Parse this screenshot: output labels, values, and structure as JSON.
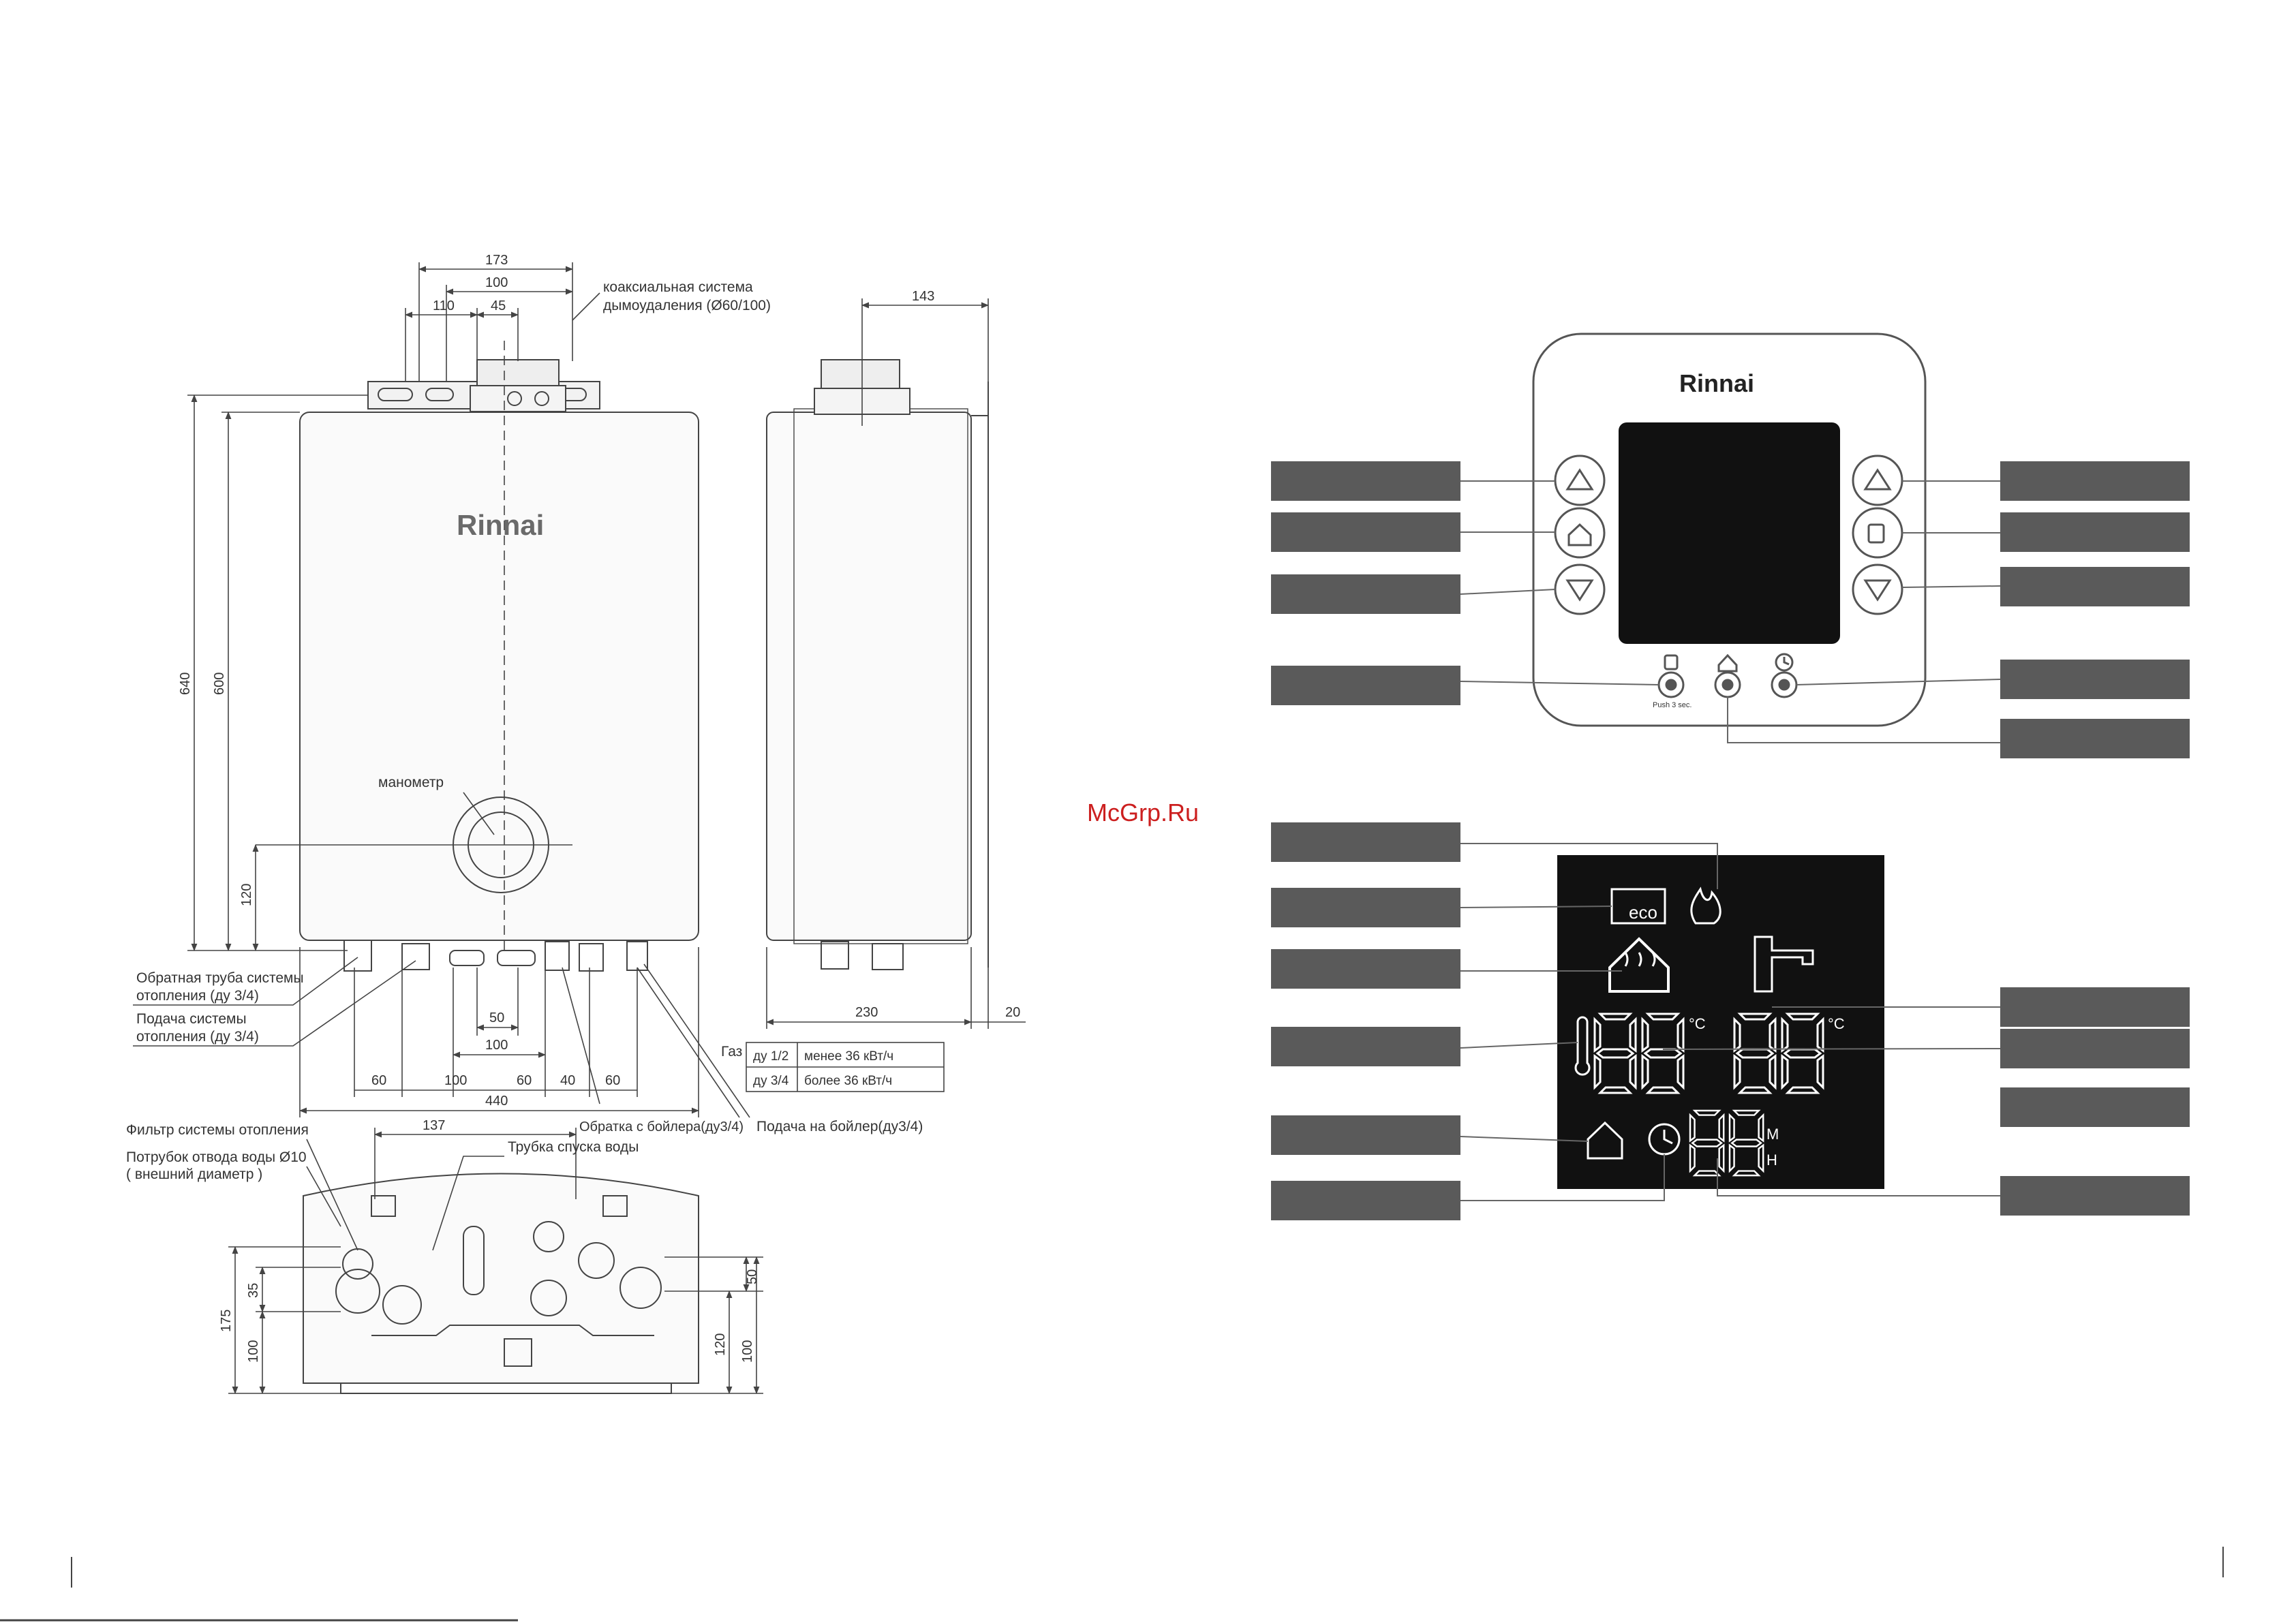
{
  "brand": "Rinnai",
  "watermark": "McGrp.Ru",
  "front_view": {
    "dims": {
      "d173": "173",
      "d100_top": "100",
      "d110": "110",
      "d45": "45",
      "d640": "640",
      "d600": "600",
      "d120_left": "120",
      "d50": "50",
      "d100_mid": "100",
      "d60_a": "60",
      "d100_b": "100",
      "d60_c": "60",
      "d40": "40",
      "d60_d": "60",
      "d440": "440"
    },
    "labels": {
      "flue_line1": "коаксиальная система",
      "flue_line2": "дымоудаления (Ø60/100)",
      "manometer": "манометр",
      "return_line1": "Обратная труба системы",
      "return_line2": "отопления (ду 3/4)",
      "supply_line1": "Подача системы",
      "supply_line2": "отопления (ду 3/4)",
      "boiler_return": "Обратка с бойлера(ду3/4)",
      "boiler_supply": "Подача на бойлер(ду3/4)"
    },
    "gas_table": {
      "label": "Газ",
      "rows": [
        {
          "size": "ду 1/2",
          "power": "менее 36 кВт/ч"
        },
        {
          "size": "ду 3/4",
          "power": "более 36 кВт/ч"
        }
      ]
    }
  },
  "side_view": {
    "dims": {
      "d143": "143",
      "d230": "230",
      "d20": "20"
    }
  },
  "bottom_view": {
    "dims": {
      "d137": "137",
      "d175": "175",
      "d35": "35",
      "d100_l": "100",
      "d50": "50",
      "d120": "120",
      "d100_r": "100"
    },
    "labels": {
      "filter": "Фильтр системы отопления",
      "drain_line1": "Потрубок отвода воды Ø10",
      "drain_line2": "( внешний диаметр )",
      "drain_tube": "Трубка спуска воды"
    }
  },
  "control_panel": {
    "push_label": "Push 3 sec."
  },
  "lcd": {
    "eco": "eco",
    "digits_left": "88",
    "digits_right": "88",
    "digits_time": "88",
    "unit_c": "°C",
    "unit_m": "M",
    "unit_h": "H"
  },
  "colors": {
    "line": "#444444",
    "callout_box": "#5a5a5a",
    "lcd_bg": "#111111",
    "lcd_seg": "#ffffff",
    "watermark": "#cc1f1f"
  }
}
